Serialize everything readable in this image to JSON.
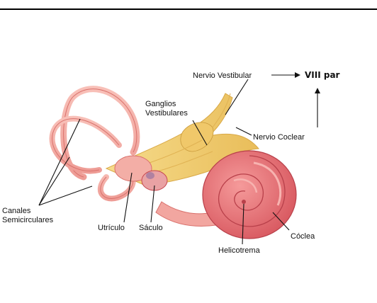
{
  "labels": {
    "nervio_vestibular": "Nervio Vestibular",
    "viii_par": "VIII par",
    "ganglios_line1": "Ganglios",
    "ganglios_line2": "Vestibulares",
    "nervio_coclear": "Nervio Coclear",
    "canales_line1": "Canales",
    "canales_line2": "Semicirculares",
    "utriculo": "Utrículo",
    "saculo": "Sáculo",
    "coclea": "Cóclea",
    "helicotrema": "Helicotrema"
  },
  "colors": {
    "canal": "#f2a6a0",
    "canal_edge": "#d9706b",
    "cochlea": "#e9767a",
    "cochlea_dark": "#c7474f",
    "nerve": "#f2d27a",
    "nerve_dark": "#d9a948",
    "ink": "#111111"
  }
}
